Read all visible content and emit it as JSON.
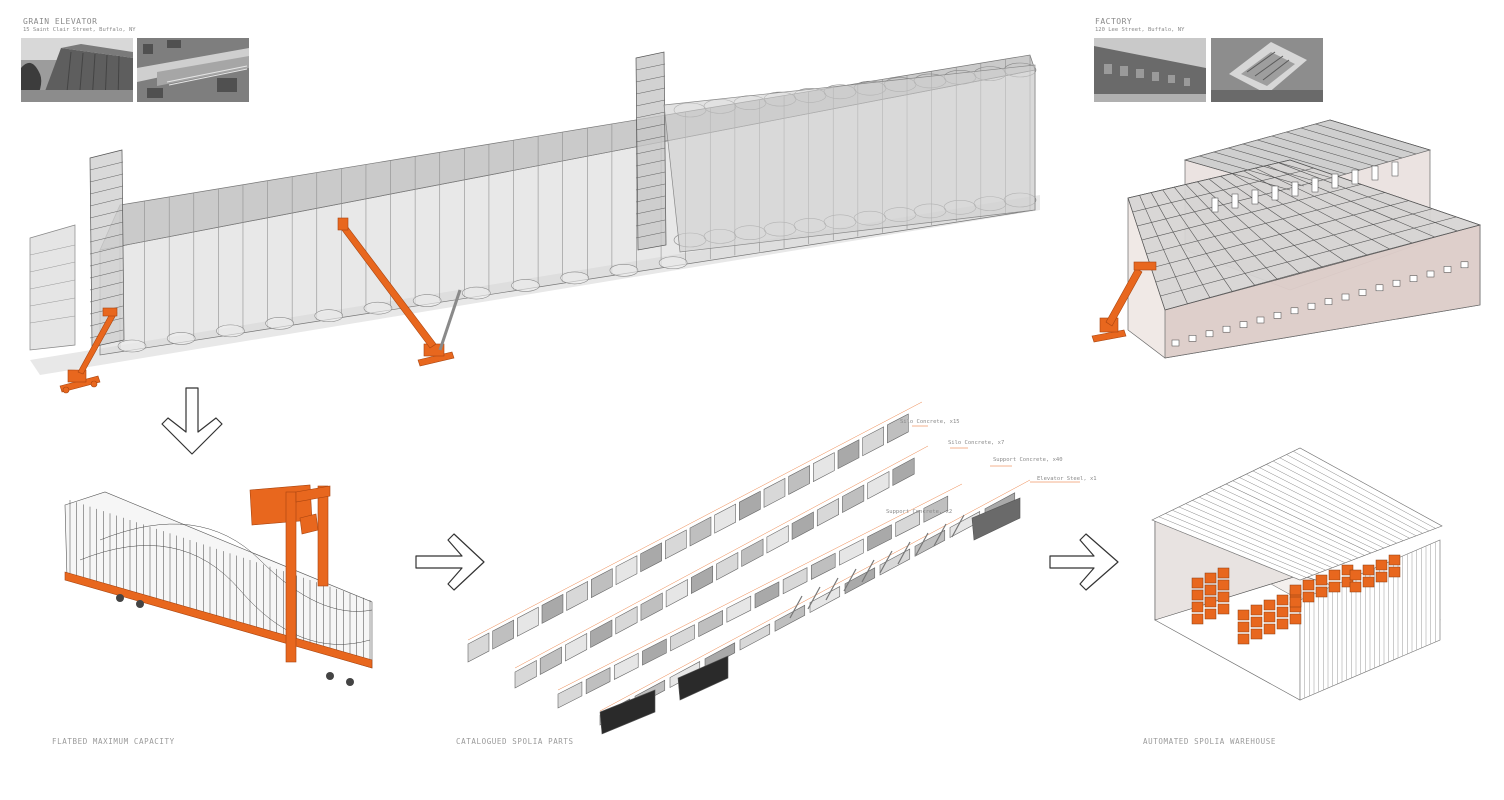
{
  "sites": {
    "grain_elevator": {
      "title": "GRAIN ELEVATOR",
      "address": "15 Saint Clair Street, Buffalo, NY"
    },
    "factory": {
      "title": "FACTORY",
      "address": "120 Lee Street, Buffalo, NY"
    }
  },
  "captions": {
    "flatbed": "FLATBED MAXIMUM CAPACITY",
    "catalogued": "CATALOGUED SPOLIA PARTS",
    "warehouse": "AUTOMATED SPOLIA WAREHOUSE"
  },
  "part_labels": [
    "Silo Concrete, x15",
    "Silo Concrete, x7",
    "Support Concrete, x40",
    "Elevator Steel, x1",
    "Support Concrete, x2"
  ],
  "colors": {
    "accent": "#e8671e",
    "line": "#555555",
    "light": "#bdbdbd",
    "panel": "#d9d9d9"
  },
  "icons": {
    "down_arrow": "arrow-down-icon",
    "right_arrow": "arrow-right-icon"
  }
}
